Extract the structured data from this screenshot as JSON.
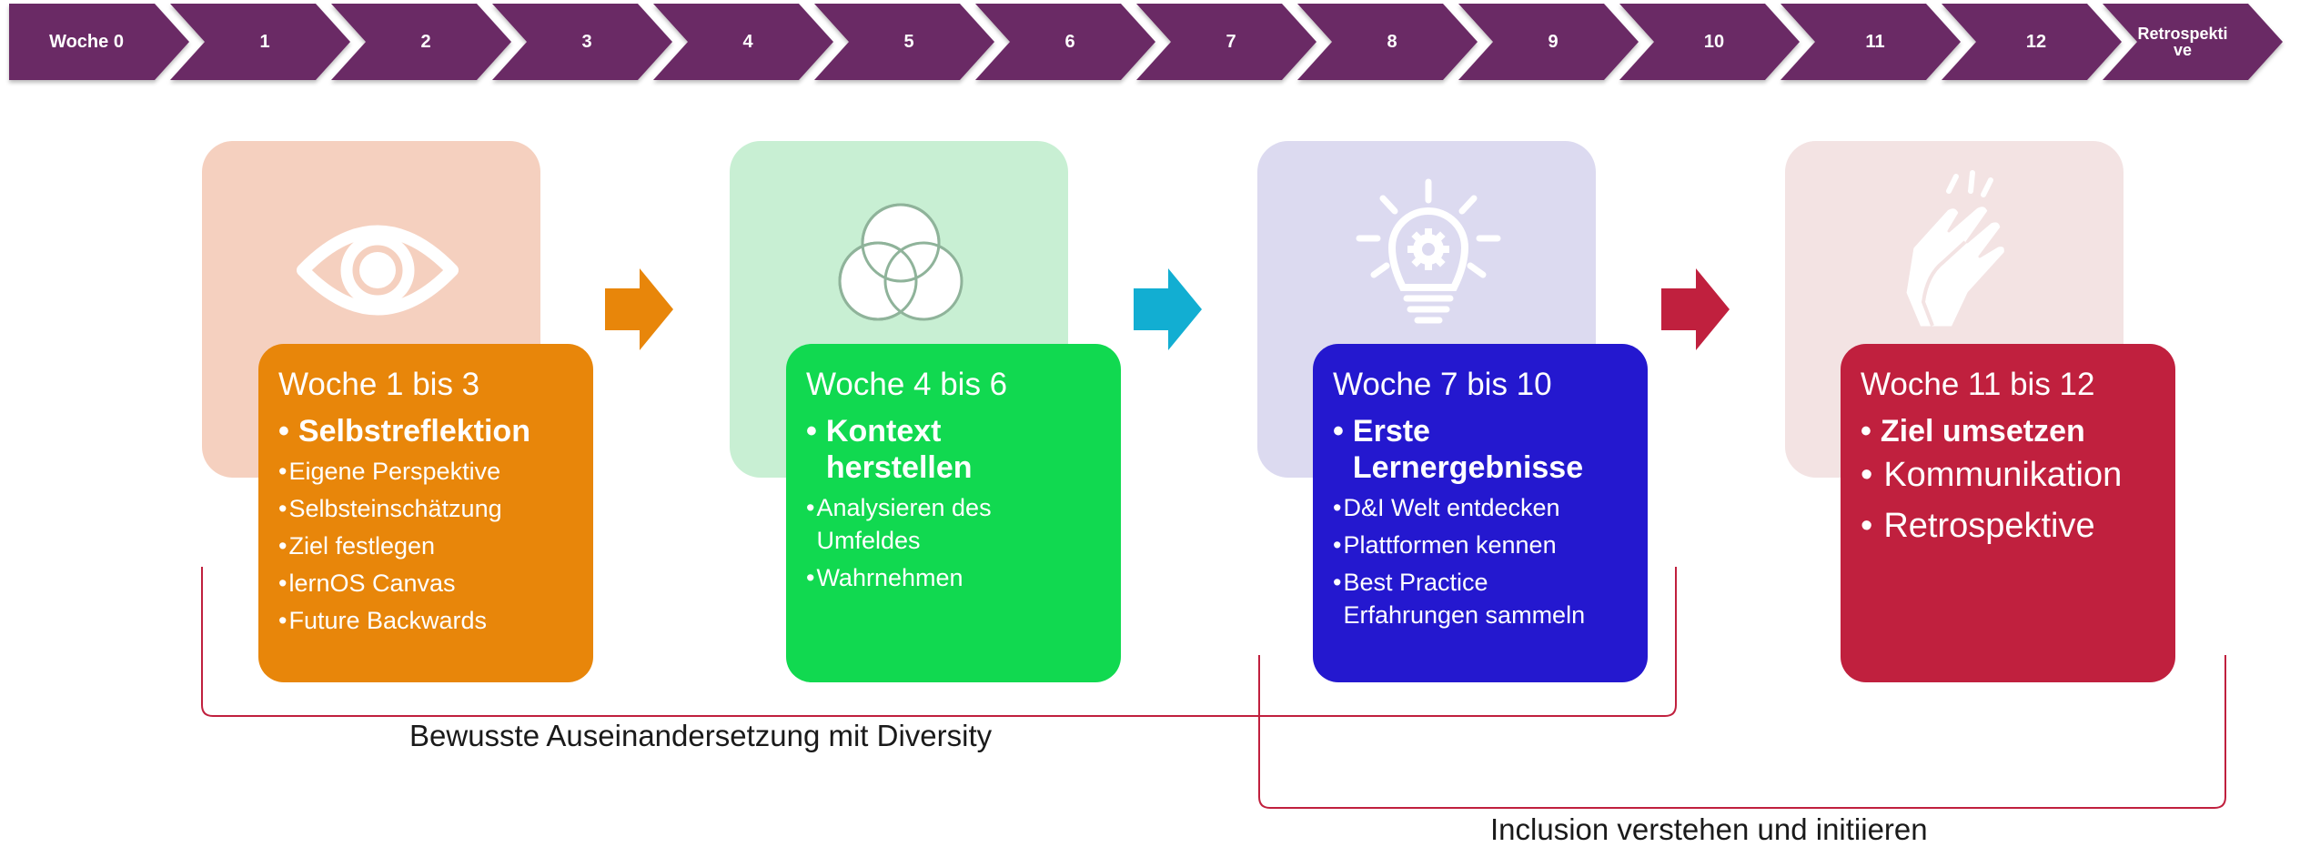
{
  "timeline": {
    "labels": [
      "Woche 0",
      "1",
      "2",
      "3",
      "4",
      "5",
      "6",
      "7",
      "8",
      "9",
      "10",
      "11",
      "12",
      "Retrospekti ve"
    ],
    "color": "#6b2a65"
  },
  "phases": [
    {
      "icon": "eye-icon",
      "bg_color": "#f5d0bf",
      "card_color": "#e8860a",
      "arrow_color": "#e8860a",
      "title": "Woche 1 bis 3",
      "main": "Selbstreflektion",
      "items": [
        "Eigene Perspektive",
        "Selbsteinschätzung",
        "Ziel festlegen",
        "lernOS Canvas",
        "Future Backwards"
      ]
    },
    {
      "icon": "venn-circles-icon",
      "bg_color": "#c8efd3",
      "card_color": "#11d950",
      "arrow_color": "#12aed2",
      "title": "Woche 4 bis 6",
      "main": "Kontext herstellen",
      "items": [
        "Analysieren des Umfeldes",
        "Wahrnehmen"
      ]
    },
    {
      "icon": "lightbulb-gear-icon",
      "bg_color": "#dcdaf0",
      "card_color": "#2418cf",
      "arrow_color": "#c0203e",
      "title": "Woche 7 bis 10",
      "main": "Erste Lernergebnisse",
      "items": [
        "D&I Welt entdecken",
        "Plattformen kennen",
        "Best Practice Erfahrungen sammeln"
      ]
    },
    {
      "icon": "clapping-hands-icon",
      "bg_color": "#f3e3e3",
      "card_color": "#c0203e",
      "title": "Woche 11 bis 12",
      "main": "Ziel umsetzen",
      "items": [
        "Kommunikation",
        "Retrospektive"
      ]
    }
  ],
  "brackets": {
    "first_label": "Bewusste Auseinandersetzung mit Diversity",
    "second_label": "Inclusion verstehen und initiieren",
    "color": "#c0203e"
  }
}
